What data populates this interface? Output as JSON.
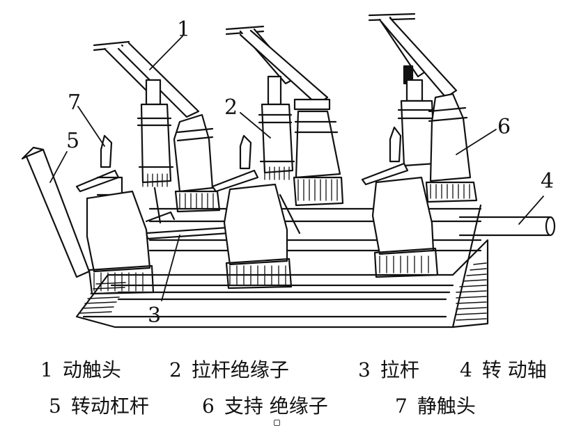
{
  "diagram": {
    "callouts": [
      "1",
      "2",
      "3",
      "4",
      "5",
      "6",
      "7"
    ]
  },
  "legend": [
    {
      "num": "1",
      "text": "动触头"
    },
    {
      "num": "2",
      "text": "拉杆绝缘子"
    },
    {
      "num": "3",
      "text": "拉杆"
    },
    {
      "num": "4",
      "text": "转 动轴"
    },
    {
      "num": "5",
      "text": "转动杠杆"
    },
    {
      "num": "6",
      "text": "支持 绝缘子"
    },
    {
      "num": "7",
      "text": "静触头"
    }
  ]
}
